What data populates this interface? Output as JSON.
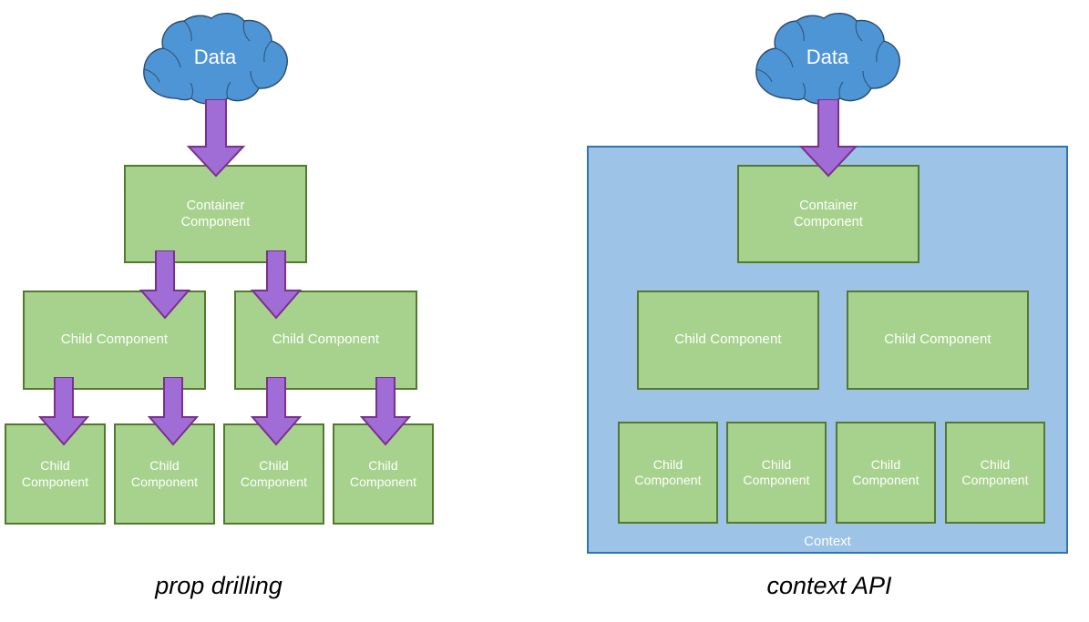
{
  "diagram": {
    "title_left": "prop drilling",
    "title_right": "context API",
    "colors": {
      "component_fill": "#a7d28d",
      "component_border": "#53792f",
      "context_fill": "#9dc3e6",
      "context_border": "#2e75b6",
      "cloud_fill": "#4e95d6",
      "cloud_border": "#2a4a6b",
      "arrow_fill": "#a06cd5",
      "arrow_border": "#7b2f8e",
      "label_text": "#ffffff",
      "caption_text": "#000000",
      "background": "#ffffff"
    }
  },
  "left_panel": {
    "caption": "prop drilling",
    "cloud": {
      "label": "Data"
    },
    "container": {
      "label": "Container\nComponent",
      "line1": "Container",
      "line2": "Component"
    },
    "mid_row": [
      {
        "label": "Child Component"
      },
      {
        "label": "Child Component"
      }
    ],
    "bottom_row": [
      {
        "line1": "Child",
        "line2": "Component"
      },
      {
        "line1": "Child",
        "line2": "Component"
      },
      {
        "line1": "Child",
        "line2": "Component"
      },
      {
        "line1": "Child",
        "line2": "Component"
      }
    ],
    "arrows": [
      {
        "name": "cloud-to-container",
        "direction": "down"
      },
      {
        "name": "container-to-child-1",
        "direction": "down"
      },
      {
        "name": "container-to-child-2",
        "direction": "down"
      },
      {
        "name": "child-1-to-grandchild-1",
        "direction": "down"
      },
      {
        "name": "child-1-to-grandchild-2",
        "direction": "down"
      },
      {
        "name": "child-2-to-grandchild-3",
        "direction": "down"
      },
      {
        "name": "child-2-to-grandchild-4",
        "direction": "down"
      }
    ]
  },
  "right_panel": {
    "caption": "context API",
    "cloud": {
      "label": "Data"
    },
    "context": {
      "label": "Context"
    },
    "container": {
      "line1": "Container",
      "line2": "Component"
    },
    "mid_row": [
      {
        "label": "Child Component"
      },
      {
        "label": "Child Component"
      }
    ],
    "bottom_row": [
      {
        "line1": "Child",
        "line2": "Component"
      },
      {
        "line1": "Child",
        "line2": "Component"
      },
      {
        "line1": "Child",
        "line2": "Component"
      },
      {
        "line1": "Child",
        "line2": "Component"
      }
    ],
    "arrows": [
      {
        "name": "cloud-to-container",
        "direction": "down"
      }
    ]
  }
}
